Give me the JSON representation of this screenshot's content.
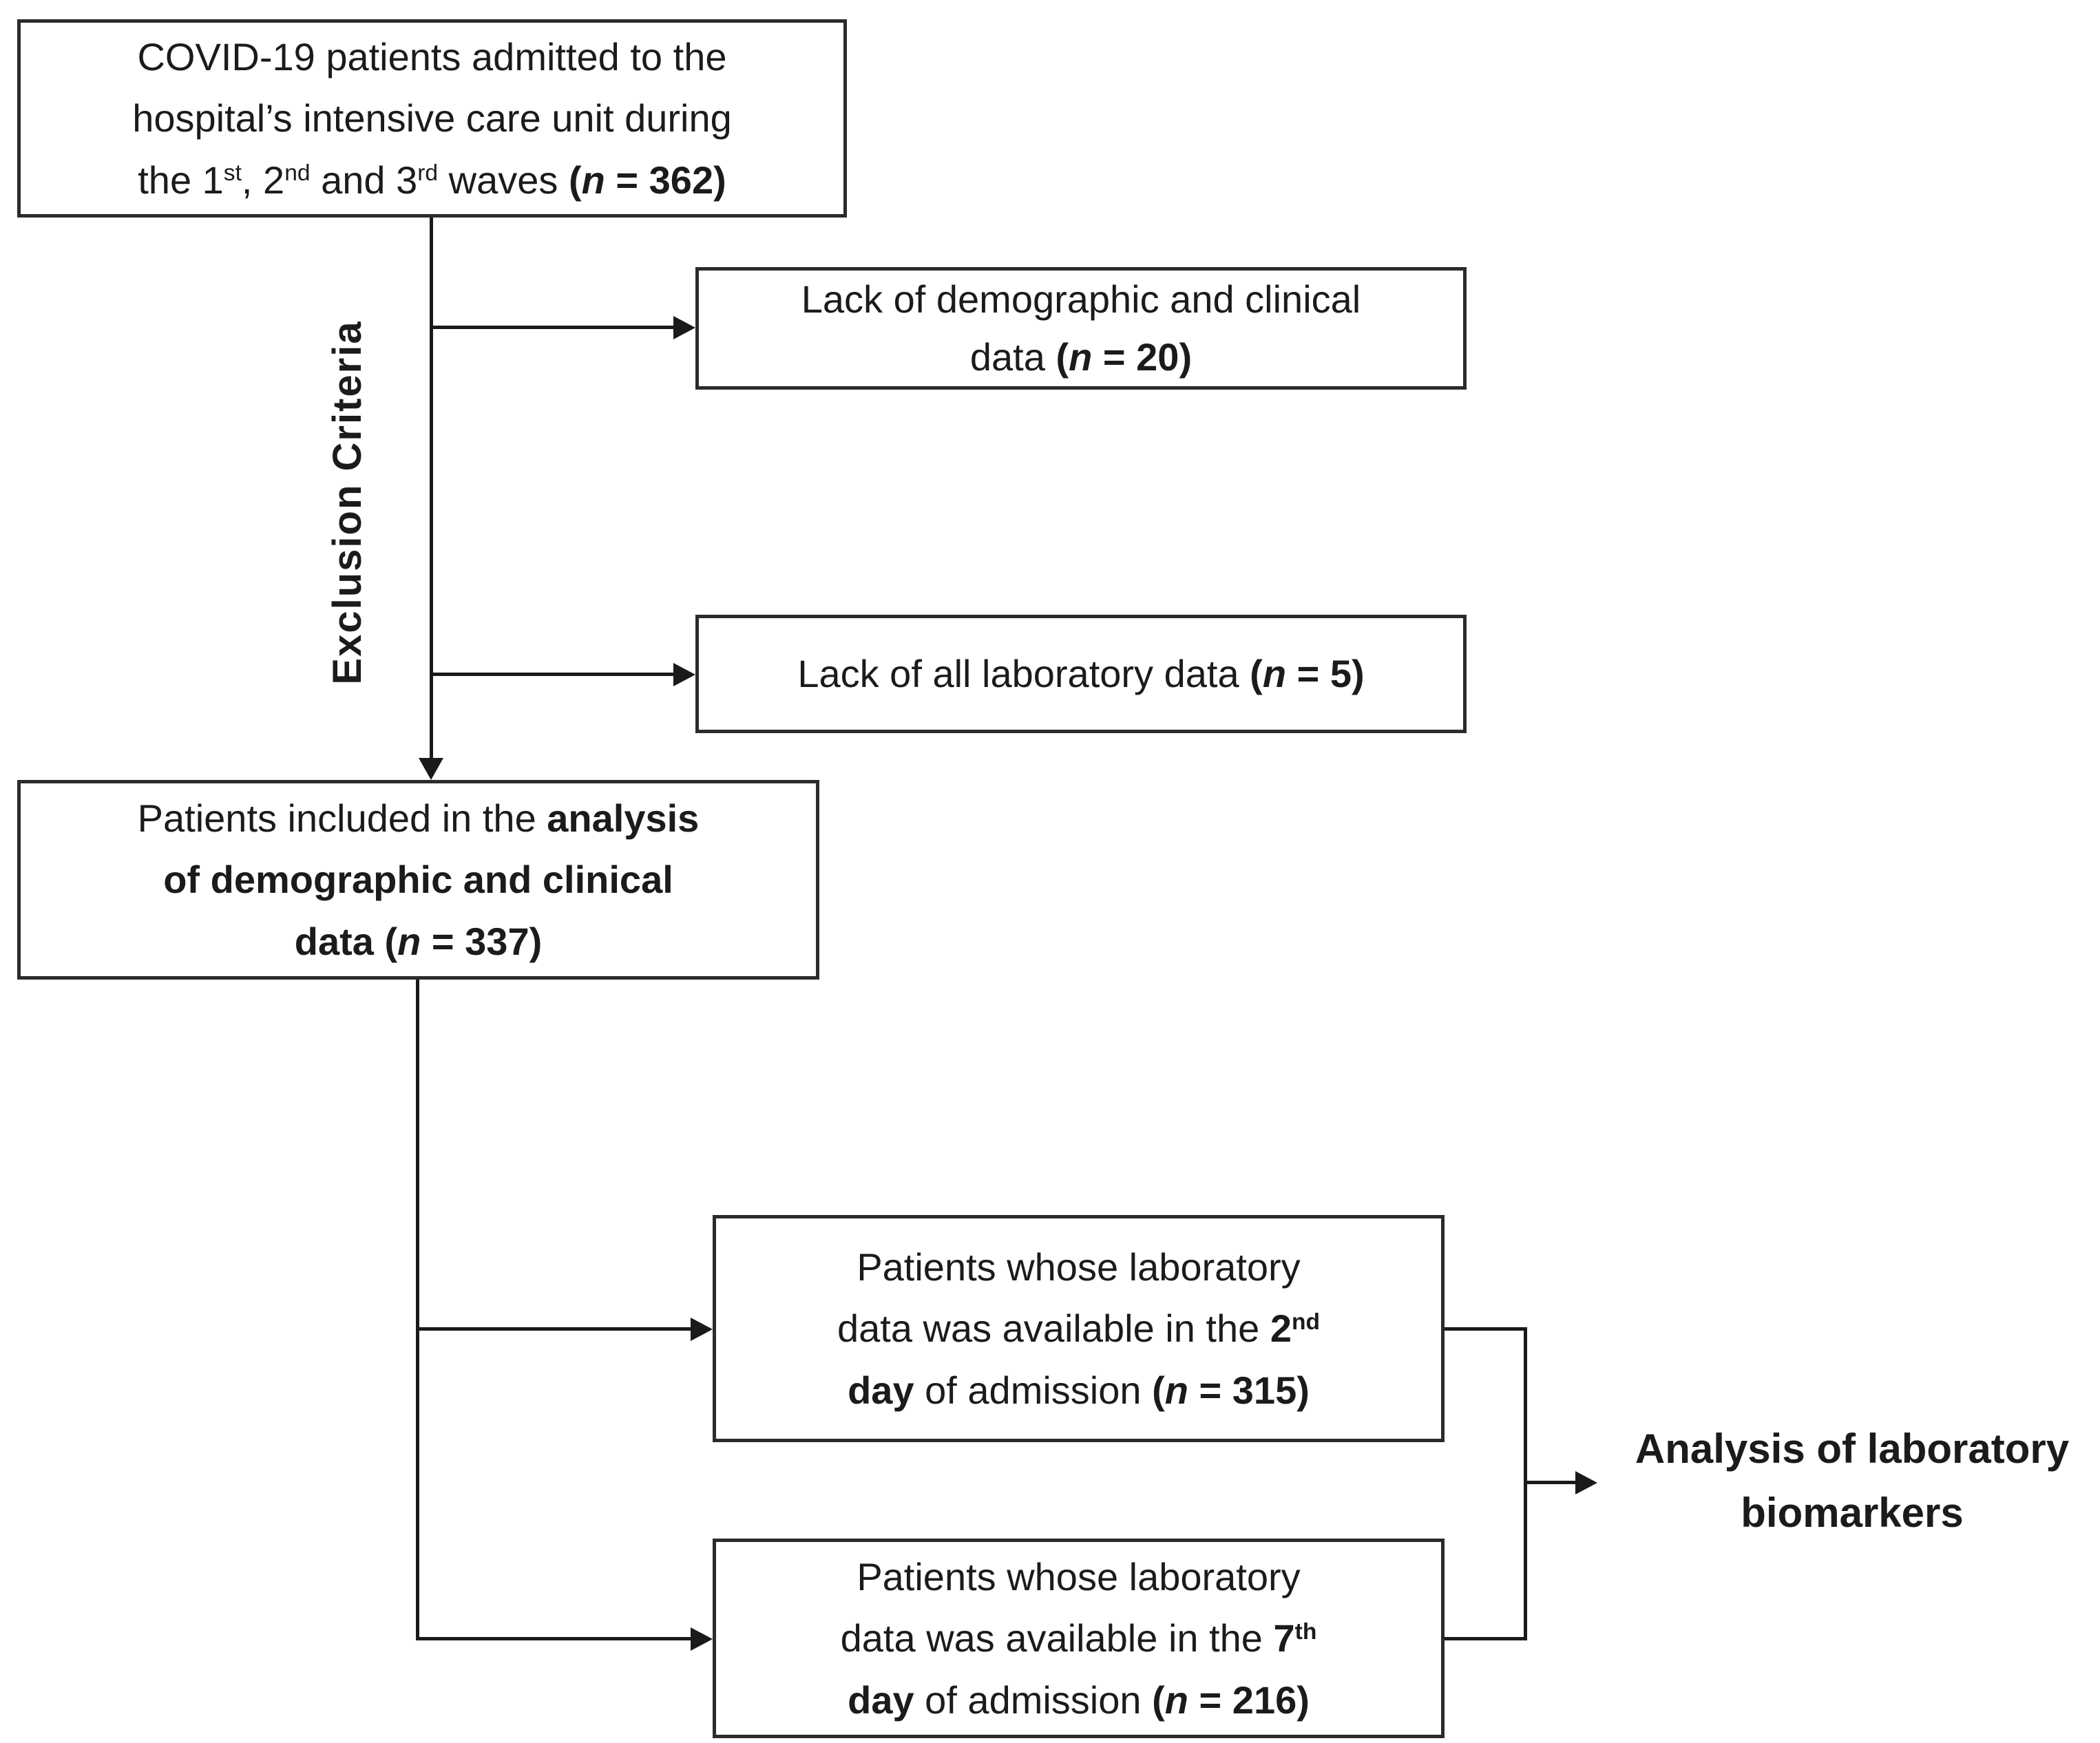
{
  "boxes": {
    "top": {
      "l1": "COVID-19 patients admitted to the",
      "l2": "hospital’s intensive care unit during",
      "l3_a": "the 1",
      "l3_sup1": "st",
      "l3_b": ", 2",
      "l3_sup2": "nd",
      "l3_c": " and 3",
      "l3_sup3": "rd",
      "l3_d": " waves ",
      "l3_open": "(",
      "l3_n": "n",
      "l3_close": " = 362)"
    },
    "excl1": {
      "l1": "Lack of demographic and clinical",
      "l2_a": "data ",
      "l2_open": "(",
      "l2_n": "n",
      "l2_close": " = 20)"
    },
    "excl2": {
      "l1_a": "Lack of all laboratory data ",
      "l1_open": "(",
      "l1_n": "n",
      "l1_close": " = 5)"
    },
    "included": {
      "l1_a": "Patients included in the ",
      "l1_b": "analysis",
      "l2": "of demographic and clinical",
      "l3_a": "data ",
      "l3_open": "(",
      "l3_n": "n",
      "l3_close": " = 337)"
    },
    "day2": {
      "l1": "Patients whose laboratory",
      "l2_a": "data was available in the ",
      "l2_num": "2",
      "l2_sup": "nd",
      "l3_a": "day",
      "l3_b": " of admission ",
      "l3_open": "(",
      "l3_n": "n",
      "l3_close": " = 315)"
    },
    "day7": {
      "l1": "Patients whose laboratory",
      "l2_a": "data was available in the ",
      "l2_num": "7",
      "l2_sup": "th",
      "l3_a": "day",
      "l3_b": " of admission ",
      "l3_open": "(",
      "l3_n": "n",
      "l3_close": " = 216)"
    }
  },
  "labels": {
    "exclusion": "Exclusion Criteria",
    "analysis_l1": "Analysis of laboratory",
    "analysis_l2": "biomarkers"
  },
  "colors": {
    "line": "#1a1a1a",
    "box_border": "#2b2b2b",
    "text": "#1b1b1b",
    "background": "#ffffff"
  }
}
